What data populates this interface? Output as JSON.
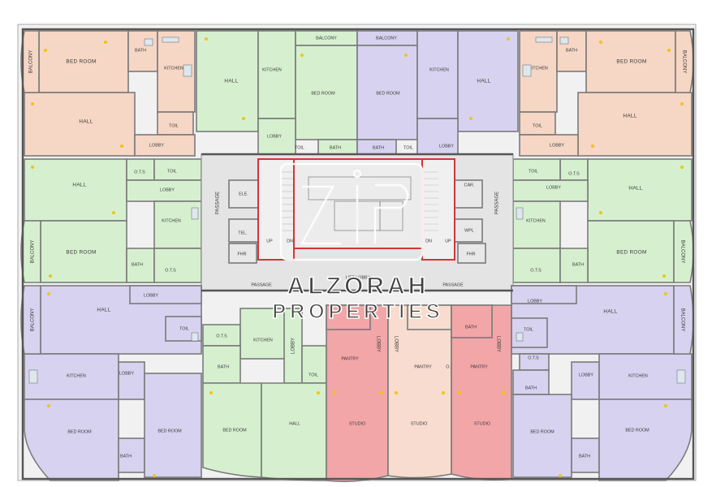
{
  "colors": {
    "apt_a": "#f6d6c4",
    "apt_b": "#d6f0cf",
    "apt_c": "#d7d2ef",
    "studio_red": "#f2a6a8",
    "studio_peach": "#f7dccf",
    "core": "#e4e4e4",
    "stair": "#efefef",
    "stair_edge": "#d2353a",
    "exterior": "#f6f6f6"
  },
  "labels": {
    "bed_room": "BED ROOM",
    "hall": "HALL",
    "kitchen": "KITCHEN",
    "bath": "BATH",
    "toil": "TOIL",
    "balcony": "BALCONY",
    "lobby": "LOBBY",
    "ots": "O.T.S",
    "passage": "PASSAGE",
    "passage_left": "PASSAGE",
    "passage_right": "PASSAGE",
    "lift_lobby": "LIFT LOBBY",
    "studio": "STUDIO",
    "pantry": "PANTRY",
    "up": "UP",
    "dn": "DN",
    "ele": "ELE.",
    "tel": "TEL.",
    "fhr": "FHR",
    "car": "CAR.",
    "wpl": "WPL"
  },
  "watermark": {
    "line1": "ALZORAH",
    "line2": "PROPERTIES"
  }
}
